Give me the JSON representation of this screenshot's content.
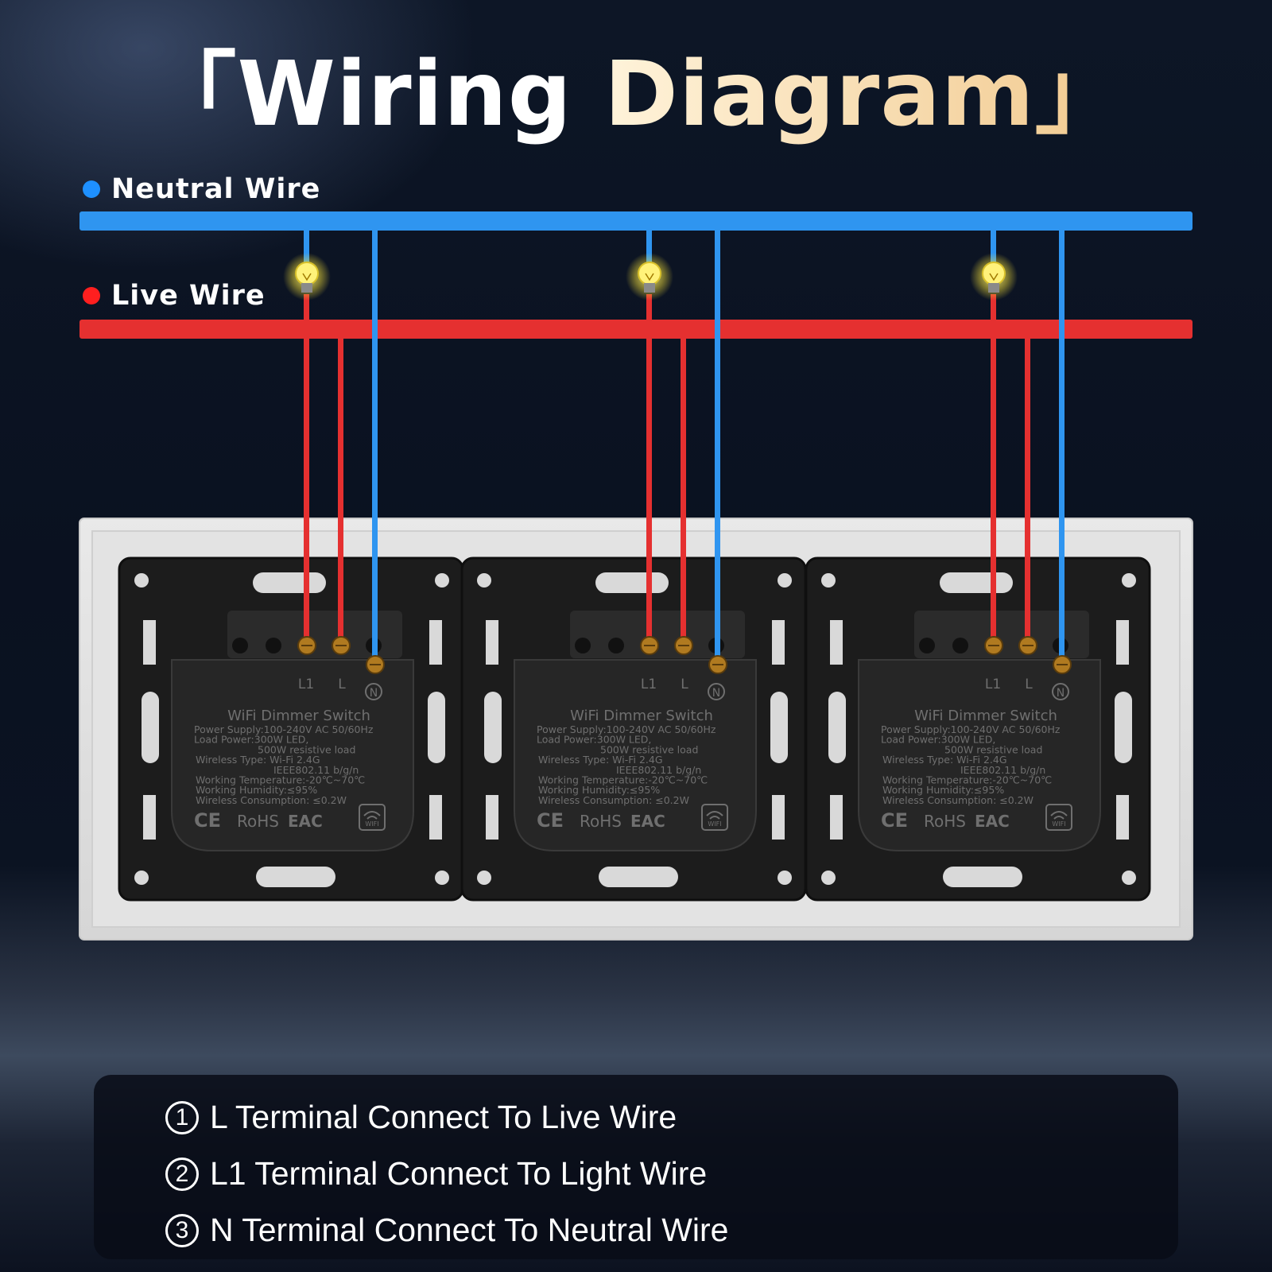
{
  "title": {
    "left": "「Wiring",
    "right": "Diagram」"
  },
  "legend": {
    "neutral": {
      "label": "Neutral Wire",
      "color": "#1e90ff"
    },
    "live": {
      "label": "Live Wire",
      "color": "#ff1f1f"
    }
  },
  "colors": {
    "neutral_wire": "#2f95f0",
    "live_wire": "#e53030",
    "bulb": "#fff27a"
  },
  "modules": [
    {
      "terminals": [
        "L1",
        "L",
        "N"
      ],
      "name": "WiFi Dimmer Switch",
      "specs": [
        "Power Supply:100-240V AC 50/60Hz",
        "Load Power:300W LED,",
        "500W resistive load",
        "Wireless Type: Wi-Fi 2.4G",
        "IEEE802.11 b/g/n",
        "Working Temperature:-20℃~70℃",
        "Working Humidity:≤95%",
        "Wireless Consumption: ≤0.2W"
      ],
      "marks": [
        "CE",
        "RoHS",
        "EAC",
        "WIFI"
      ]
    },
    {
      "terminals": [
        "L1",
        "L",
        "N"
      ],
      "name": "WiFi Dimmer Switch",
      "specs": [
        "Power Supply:100-240V AC 50/60Hz",
        "Load Power:300W LED,",
        "500W resistive load",
        "Wireless Type: Wi-Fi 2.4G",
        "IEEE802.11 b/g/n",
        "Working Temperature:-20℃~70℃",
        "Working Humidity:≤95%",
        "Wireless Consumption: ≤0.2W"
      ],
      "marks": [
        "CE",
        "RoHS",
        "EAC",
        "WIFI"
      ]
    },
    {
      "terminals": [
        "L1",
        "L",
        "N"
      ],
      "name": "WiFi Dimmer Switch",
      "specs": [
        "Power Supply:100-240V AC 50/60Hz",
        "Load Power:300W LED,",
        "500W resistive load",
        "Wireless Type: Wi-Fi 2.4G",
        "IEEE802.11 b/g/n",
        "Working Temperature:-20℃~70℃",
        "Working Humidity:≤95%",
        "Wireless Consumption: ≤0.2W"
      ],
      "marks": [
        "CE",
        "RoHS",
        "EAC",
        "WIFI"
      ]
    }
  ],
  "notes": [
    {
      "number": "1",
      "text": "L Terminal Connect To Live Wire"
    },
    {
      "number": "2",
      "text": "L1 Terminal Connect To Light Wire"
    },
    {
      "number": "3",
      "text": "N Terminal Connect To Neutral Wire"
    }
  ]
}
